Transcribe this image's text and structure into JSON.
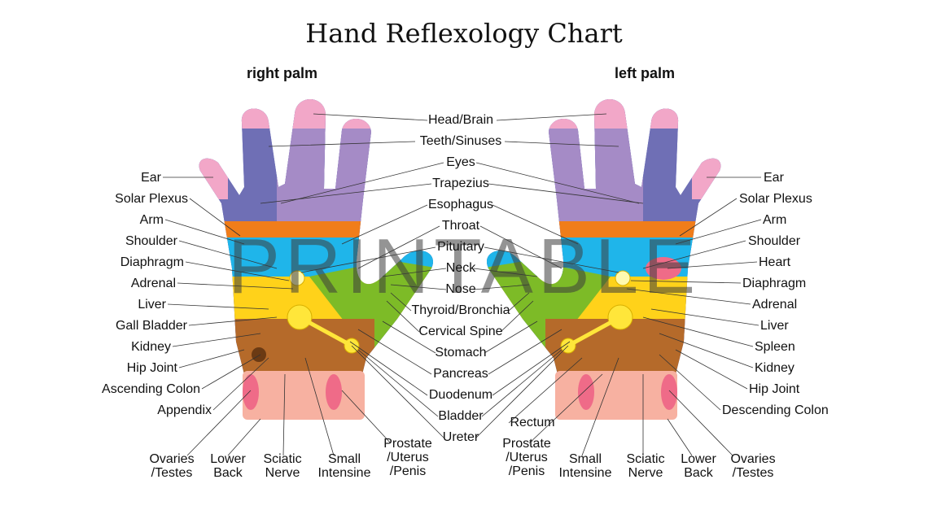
{
  "title": "Hand Reflexology Chart",
  "right_palm_title": "right palm",
  "left_palm_title": "left palm",
  "watermark": "PRINTABLE",
  "center_labels": [
    "Head/Brain",
    "Teeth/Sinuses",
    "Eyes",
    "Trapezius",
    "Esophagus",
    "Throat",
    "Pituitary",
    "Neck",
    "Nose",
    "Thyroid/Bronchia",
    "Cervical Spine",
    "Stomach",
    "Pancreas",
    "Duodenum",
    "Bladder",
    "Ureter"
  ],
  "right_side_labels": [
    "Ear",
    "Solar Plexus",
    "Arm",
    "Shoulder",
    "Diaphragm",
    "Adrenal",
    "Liver",
    "Gall Bladder",
    "Kidney",
    "Hip Joint",
    "Ascending Colon",
    "Appendix"
  ],
  "left_side_labels": [
    "Ear",
    "Solar Plexus",
    "Arm",
    "Shoulder",
    "Heart",
    "Diaphragm",
    "Adrenal",
    "Liver",
    "Spleen",
    "Kidney",
    "Hip Joint",
    "Descending Colon"
  ],
  "bottom_right_palm": [
    "Ovaries\n/Testes",
    "Lower\nBack",
    "Sciatic\nNerve",
    "Small\nIntensine",
    "Prostate\n/Uterus\n/Penis"
  ],
  "bottom_left_palm": [
    "Rectum",
    "Prostate\n/Uterus\n/Penis",
    "Small\nIntensine",
    "Sciatic\nNerve",
    "Lower\nBack",
    "Ovaries\n/Testes"
  ],
  "colors": {
    "finger_tip": "#f2a7c8",
    "finger_blue": "#6f6fb5",
    "finger_purple": "#a58bc6",
    "orange": "#f07d1a",
    "cyan": "#1fb5ea",
    "yellow": "#ffd21a",
    "green": "#7dbb27",
    "brown": "#b56a2a",
    "wrist": "#f7b1a1"
  }
}
